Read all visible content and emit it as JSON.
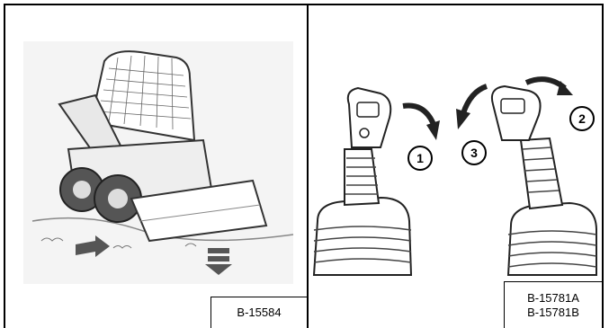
{
  "figures": {
    "left": {
      "icon": "skid-steer-loader-illustration",
      "label": "B-15584"
    },
    "right": {
      "icon": "joystick-controls-illustration",
      "labels": [
        "B-15781A",
        "B-15781B"
      ],
      "callouts": [
        "1",
        "2",
        "3"
      ]
    }
  },
  "colors": {
    "border": "#000000",
    "background": "#ffffff",
    "illustration_fill": "#f2f2f2",
    "illustration_dark": "#555555"
  }
}
